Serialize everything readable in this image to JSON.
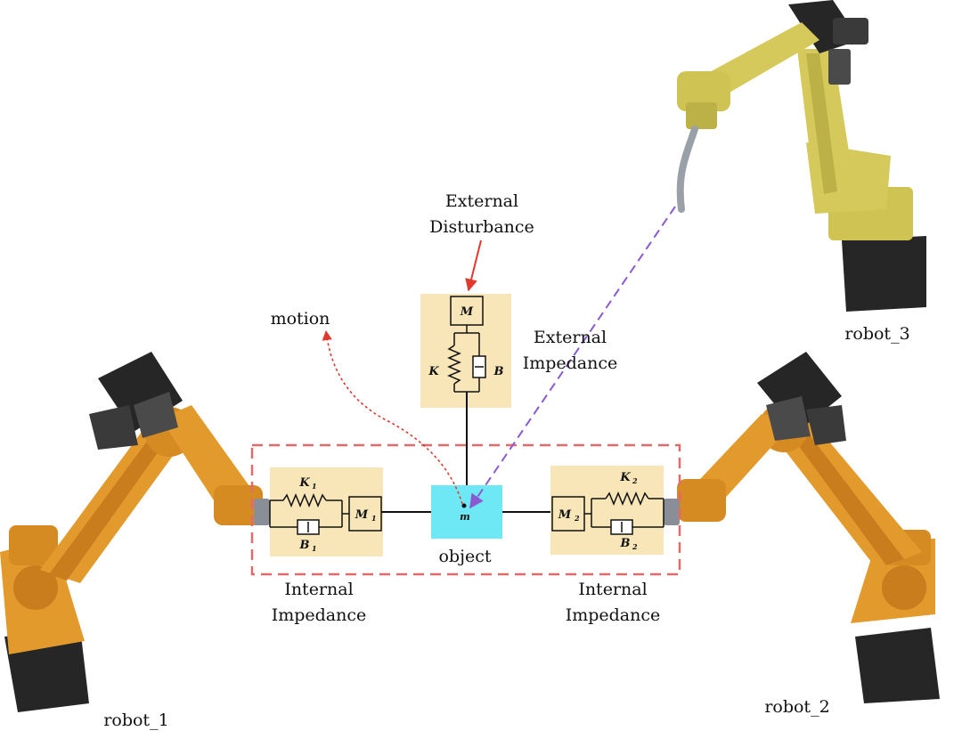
{
  "labels": {
    "external_disturbance_1": "External",
    "external_disturbance_2": "Disturbance",
    "external_impedance_1": "External",
    "external_impedance_2": "Impedance",
    "motion": "motion",
    "object": "object",
    "internal_impedance_left_1": "Internal",
    "internal_impedance_left_2": "Impedance",
    "internal_impedance_right_1": "Internal",
    "internal_impedance_right_2": "Impedance",
    "robot_1": "robot_1",
    "robot_2": "robot_2",
    "robot_3": "robot_3"
  },
  "symbols": {
    "ext_M": "M",
    "ext_K": "K",
    "ext_B": "B",
    "object_m": "m",
    "left_K": "K",
    "left_K_sub": "1",
    "left_B": "B",
    "left_B_sub": "1",
    "left_M": "M",
    "left_M_sub": "1",
    "right_K": "K",
    "right_K_sub": "2",
    "right_B": "B",
    "right_B_sub": "2",
    "right_M": "M",
    "right_M_sub": "2"
  },
  "colors": {
    "panel": "#f8e6b8",
    "object": "#6ee8f4",
    "robot_orange": "#e39a2c",
    "robot_yellow": "#d4c95a",
    "robot_dark": "#262626",
    "dashed_box": "#e26a6a",
    "disturbance_arrow": "#e03a2f",
    "motion_arrow": "#e03a2f",
    "robot3_link": "#8a5bd0"
  }
}
